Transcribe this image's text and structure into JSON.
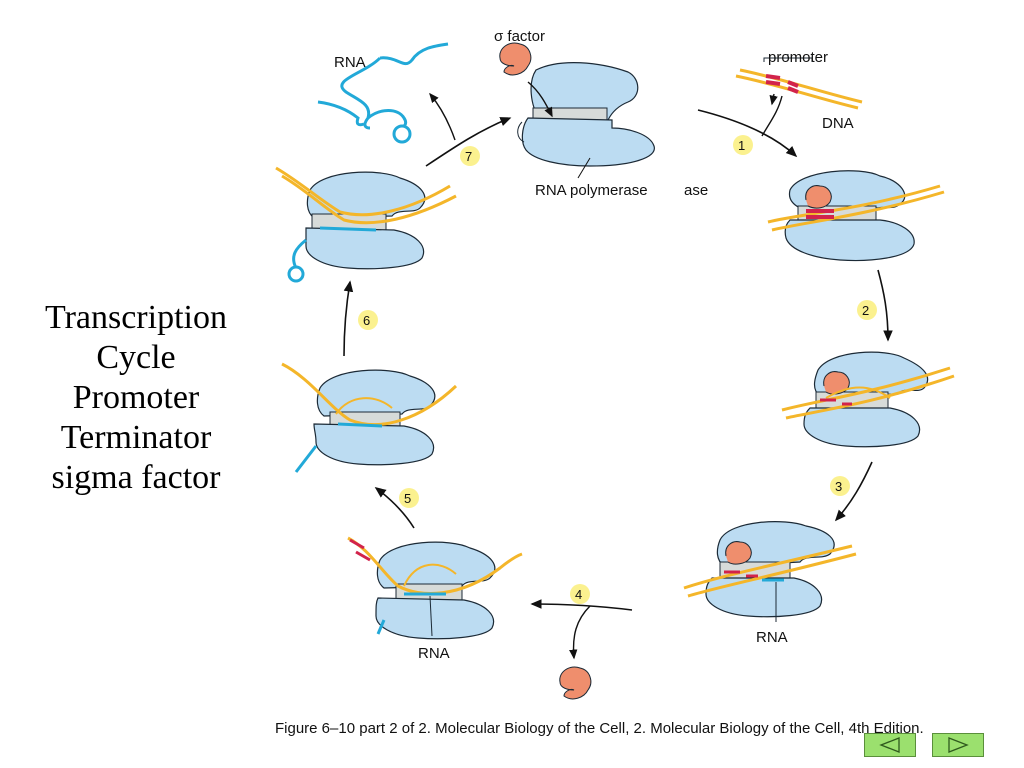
{
  "side_text": {
    "lines": [
      "Transcription",
      "Cycle",
      "Promoter",
      "Terminator",
      "sigma factor"
    ]
  },
  "diagram": {
    "labels": {
      "sigma_factor": "σ factor",
      "rna_top": "RNA",
      "promoter": "promoter",
      "dna": "DNA",
      "rna_polymerase": "RNA polymerase",
      "ase_fragment": "ase",
      "rna_step3": "RNA",
      "rna_step4": "RNA"
    },
    "steps": [
      "1",
      "2",
      "3",
      "4",
      "5",
      "6",
      "7"
    ]
  },
  "caption": {
    "main": "Figure 6–10 part 2 of 2. Molecular Biology of the Cell, 2. Molecular Biology of the Cell, 4th Edition."
  },
  "colors": {
    "polymerase": "#bcdcf2",
    "polymerase_outline": "#1c2a36",
    "channel": "#d7dbd9",
    "dna": "#f4b62a",
    "rna": "#22a9d8",
    "sigma": "#ef8e6d",
    "promoter_mark": "#d2234b",
    "step_badge": "#fbf18f",
    "nav_button": "#9be06e"
  },
  "navigation": {
    "previous_icon": "triangle-left-icon",
    "next_icon": "triangle-right-icon"
  }
}
